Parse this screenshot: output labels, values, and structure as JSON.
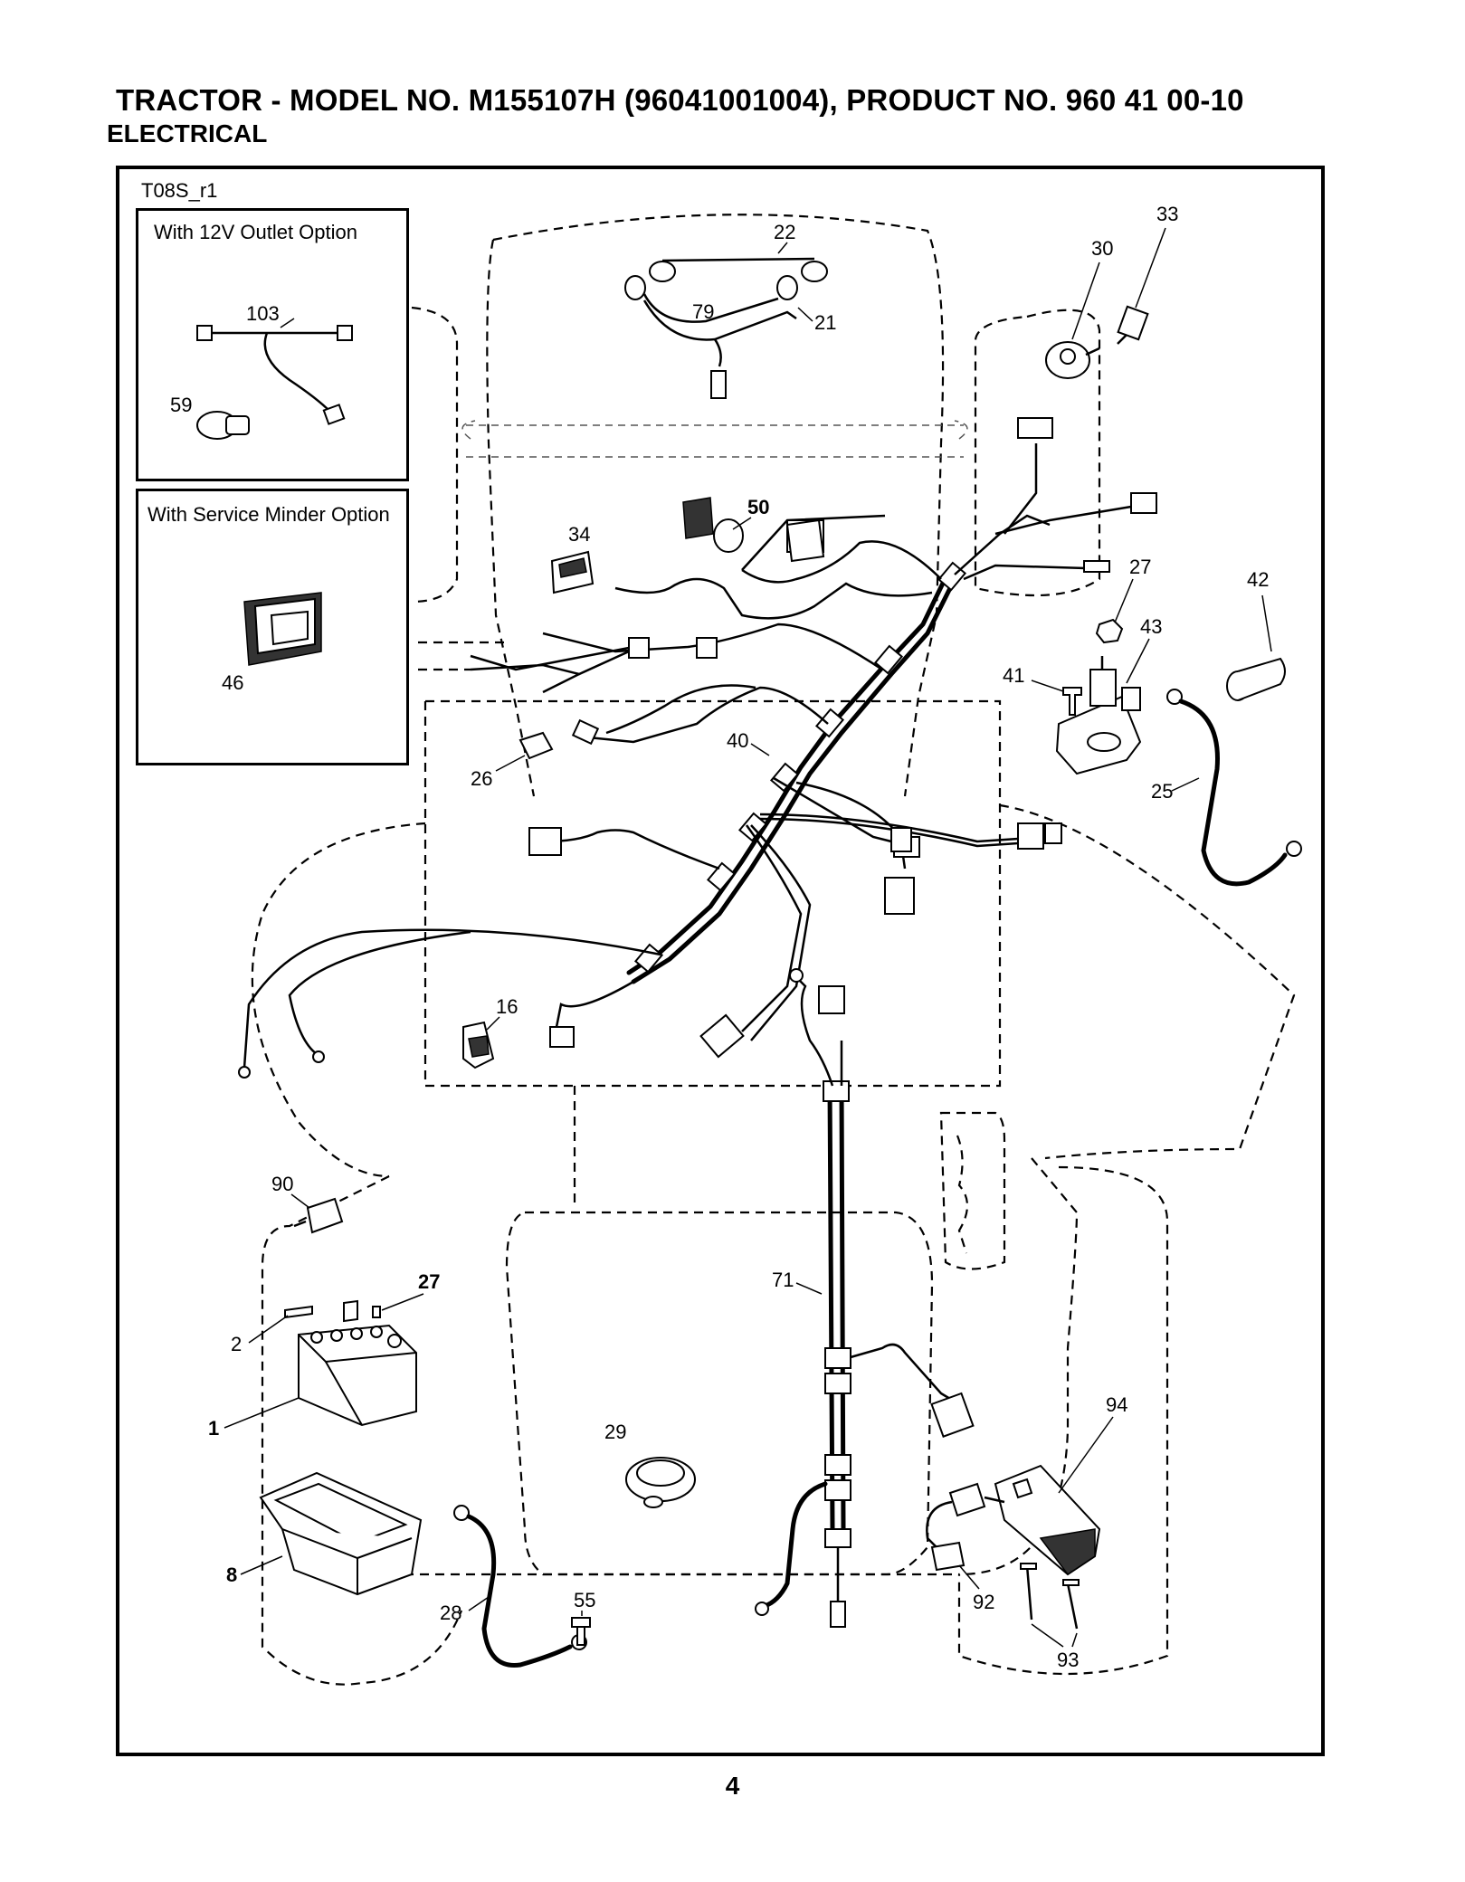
{
  "header": {
    "title": "TRACTOR - MODEL NO. M155107H (96041001004), PRODUCT NO. 960 41 00-10",
    "subtitle": "ELECTRICAL"
  },
  "drawing_code": "T08S_r1",
  "insets": {
    "outlet": {
      "title": "With 12V Outlet Option",
      "callouts": [
        "103",
        "59"
      ]
    },
    "service_minder": {
      "title": "With Service Minder Option",
      "callouts": [
        "46"
      ]
    }
  },
  "callouts": {
    "c22": "22",
    "c79": "79",
    "c21": "21",
    "c30": "30",
    "c33": "33",
    "c34": "34",
    "c50": "50",
    "c27a": "27",
    "c42": "42",
    "c43": "43",
    "c41": "41",
    "c25": "25",
    "c40": "40",
    "c26": "26",
    "c16": "16",
    "c90": "90",
    "c27b": "27",
    "c2": "2",
    "c1": "1",
    "c71": "71",
    "c29": "29",
    "c8": "8",
    "c28": "28",
    "c55": "55",
    "c94": "94",
    "c92": "92",
    "c93": "93"
  },
  "page_number": "4"
}
